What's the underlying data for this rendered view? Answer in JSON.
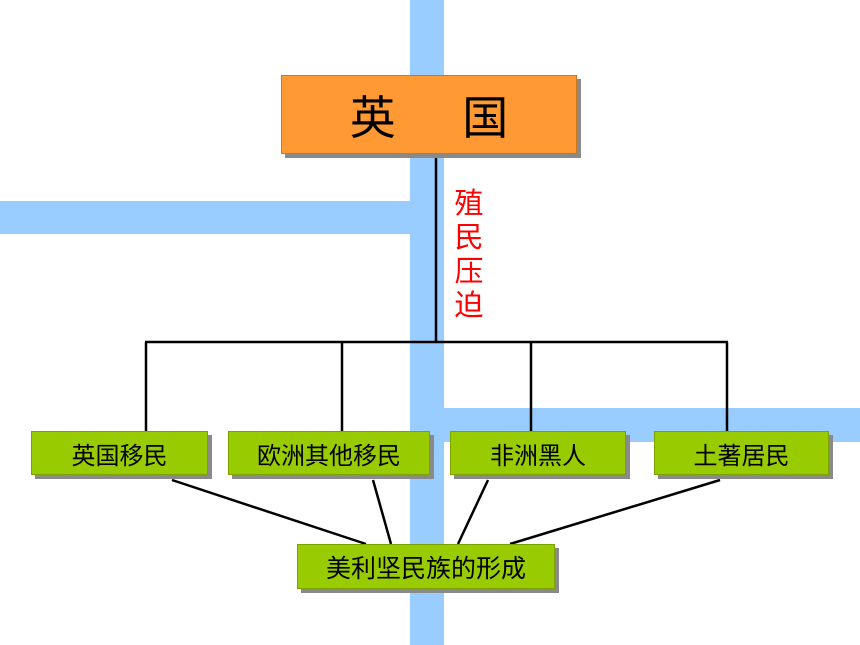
{
  "root": {
    "label": "英 国"
  },
  "edge_label": "殖民压迫",
  "children": [
    {
      "label": "英国移民"
    },
    {
      "label": "欧洲其他移民"
    },
    {
      "label": "非洲黑人"
    },
    {
      "label": "土著居民"
    }
  ],
  "result": {
    "label": "美利坚民族的形成"
  },
  "colors": {
    "root_fill": "#ff9933",
    "node_fill": "#99cc00",
    "edge_label": "#ff0000",
    "background_stripes": "#99ccff"
  }
}
